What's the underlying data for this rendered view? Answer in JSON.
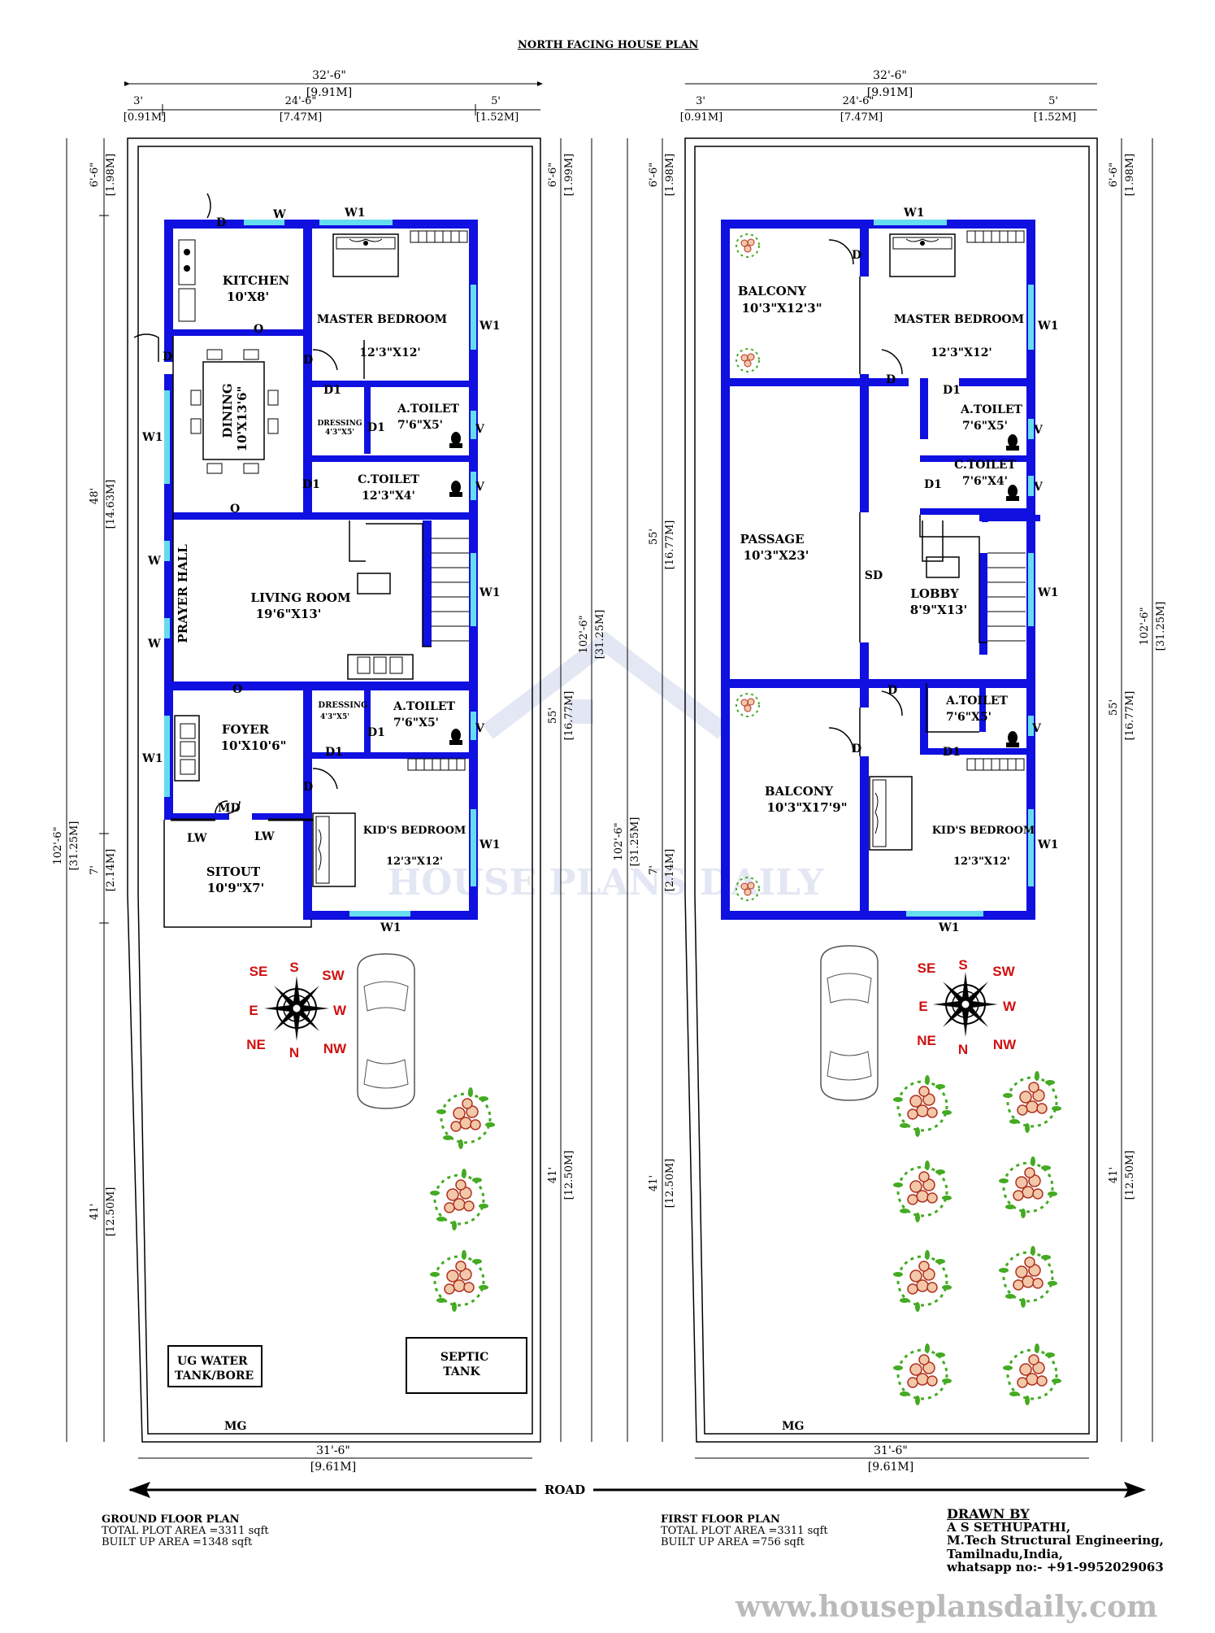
{
  "title": "NORTH FACING HOUSE PLAN",
  "road_label": "ROAD",
  "dimensions": {
    "overall_width": "32'-6\"",
    "overall_width_m": "[9.91M]",
    "left_margin": "3'",
    "left_margin_m": "[0.91M]",
    "building_width": "24'-6\"",
    "building_width_m": "[7.47M]",
    "right_margin": "5'",
    "right_margin_m": "[1.52M]",
    "back_setback": "6'-6\"",
    "back_setback_m": "[1.98M]",
    "back_setback_m_right": "[1.99M]",
    "overall_length": "102'-6\"",
    "overall_length_m": "[31.25M]",
    "ground_depth_a": "48'",
    "ground_depth_a_m": "[14.63M]",
    "sitout_depth": "7'",
    "sitout_depth_m": "[2.14M]",
    "front_setback": "41'",
    "front_setback_m": "[12.50M]",
    "building_depth": "55'",
    "building_depth_m": "[16.77M]",
    "road_width": "31'-6\"",
    "road_width_m": "[9.61M]"
  },
  "ground_floor": {
    "rooms": [
      {
        "name": "KITCHEN",
        "size": "10'X8'"
      },
      {
        "name": "MASTER BEDROOM",
        "size": "12'3\"X12'"
      },
      {
        "name": "DINING",
        "size": "10'X13'6\""
      },
      {
        "name": "DRESSING",
        "size": "4'3\"X5'"
      },
      {
        "name": "A.TOILET",
        "size": "7'6\"X5'"
      },
      {
        "name": "C.TOILET",
        "size": "12'3\"X4'"
      },
      {
        "name": "PRAYER HALL",
        "size": ""
      },
      {
        "name": "LIVING ROOM",
        "size": "19'6\"X13'"
      },
      {
        "name": "FOYER",
        "size": "10'X10'6\""
      },
      {
        "name": "DRESSING",
        "size": "4'3\"X5'"
      },
      {
        "name": "A.TOILET",
        "size": "7'6\"X5'"
      },
      {
        "name": "KID'S BEDROOM",
        "size": "12'3\"X12'"
      },
      {
        "name": "SITOUT",
        "size": "10'9\"X7'"
      }
    ],
    "markers": [
      "D",
      "W",
      "W1",
      "O",
      "D1",
      "V",
      "MD",
      "LW",
      "MG"
    ],
    "tank_label": "UG WATER TANK/BORE",
    "septic_label": "SEPTIC TANK",
    "caption": "GROUND FLOOR PLAN",
    "plot_area": "TOTAL PLOT AREA =3311 sqft",
    "built_area": "BUILT UP AREA =1348 sqft"
  },
  "first_floor": {
    "rooms": [
      {
        "name": "BALCONY",
        "size": "10'3\"X12'3\""
      },
      {
        "name": "MASTER BEDROOM",
        "size": "12'3\"X12'"
      },
      {
        "name": "A.TOILET",
        "size": "7'6\"X5'"
      },
      {
        "name": "C.TOILET",
        "size": "7'6\"X4'"
      },
      {
        "name": "PASSAGE",
        "size": "10'3\"X23'"
      },
      {
        "name": "LOBBY",
        "size": "8'9\"X13'"
      },
      {
        "name": "BALCONY",
        "size": "10'3\"X17'9\""
      },
      {
        "name": "A.TOILET",
        "size": "7'6\"X5'"
      },
      {
        "name": "KID'S BEDROOM",
        "size": "12'3\"X12'"
      }
    ],
    "sd_label": "SD",
    "caption": "FIRST FLOOR PLAN",
    "plot_area": "TOTAL PLOT AREA =3311 sqft",
    "built_area": "BUILT UP AREA =756 sqft"
  },
  "compass": [
    "S",
    "SW",
    "W",
    "NW",
    "N",
    "NE",
    "E",
    "SE"
  ],
  "credit": {
    "heading": "DRAWN BY",
    "name": "A S SETHUPATHI,",
    "degree": "M.Tech Structural Engineering,",
    "place": "Tamilnadu,India,",
    "phone": "whatsapp no:- +91-9952029063"
  },
  "watermark_site": "www.houseplansdaily.com",
  "watermark_logo": "HOUSE PLANS DAILY",
  "colors": {
    "wall": "#1010e0",
    "window": "#66ddee",
    "compass": "#d01010",
    "plants": "#44aa22"
  }
}
